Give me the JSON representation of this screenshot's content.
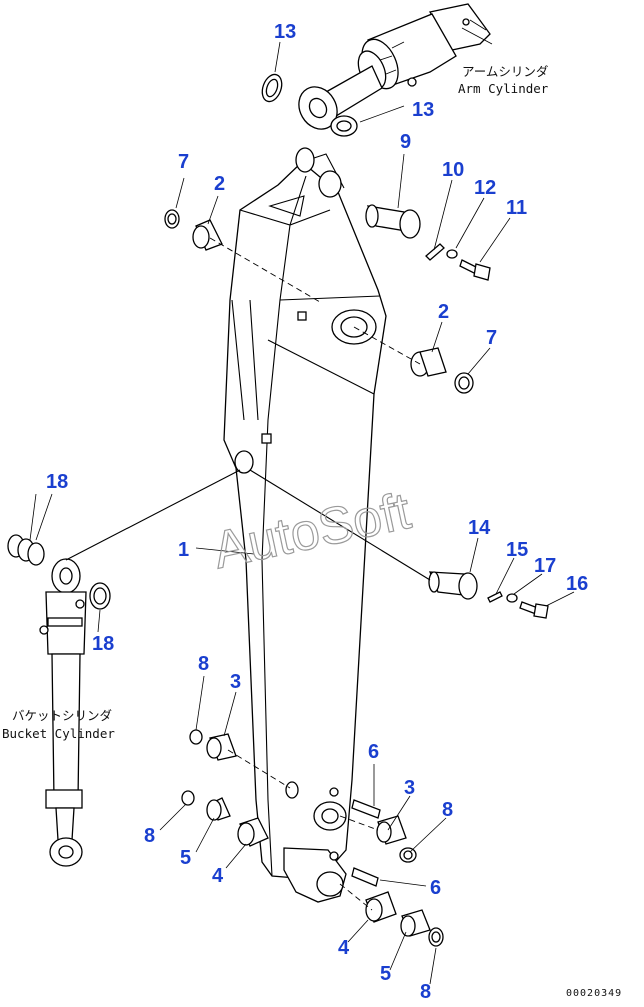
{
  "diagram": {
    "callouts": [
      {
        "id": "c13a",
        "text": "13"
      },
      {
        "id": "c13b",
        "text": "13"
      },
      {
        "id": "c7a",
        "text": "7"
      },
      {
        "id": "c2a",
        "text": "2"
      },
      {
        "id": "c9",
        "text": "9"
      },
      {
        "id": "c10",
        "text": "10"
      },
      {
        "id": "c12",
        "text": "12"
      },
      {
        "id": "c11",
        "text": "11"
      },
      {
        "id": "c2b",
        "text": "2"
      },
      {
        "id": "c7b",
        "text": "7"
      },
      {
        "id": "c18a",
        "text": "18"
      },
      {
        "id": "c1",
        "text": "1"
      },
      {
        "id": "c14",
        "text": "14"
      },
      {
        "id": "c15",
        "text": "15"
      },
      {
        "id": "c17",
        "text": "17"
      },
      {
        "id": "c16",
        "text": "16"
      },
      {
        "id": "c18b",
        "text": "18"
      },
      {
        "id": "c8a",
        "text": "8"
      },
      {
        "id": "c3a",
        "text": "3"
      },
      {
        "id": "c6a",
        "text": "6"
      },
      {
        "id": "c3b",
        "text": "3"
      },
      {
        "id": "c8b",
        "text": "8"
      },
      {
        "id": "c8c",
        "text": "8"
      },
      {
        "id": "c5a",
        "text": "5"
      },
      {
        "id": "c4a",
        "text": "4"
      },
      {
        "id": "c6b",
        "text": "6"
      },
      {
        "id": "c4b",
        "text": "4"
      },
      {
        "id": "c5b",
        "text": "5"
      },
      {
        "id": "c8d",
        "text": "8"
      }
    ],
    "arm_cylinder_label_jp": "アームシリンダ",
    "arm_cylinder_label_en": "Arm Cylinder",
    "bucket_cylinder_label_jp": "バケットシリンダ",
    "bucket_cylinder_label_en": "Bucket Cylinder",
    "watermark": "AutoSoft",
    "doc_number": "00020349"
  }
}
